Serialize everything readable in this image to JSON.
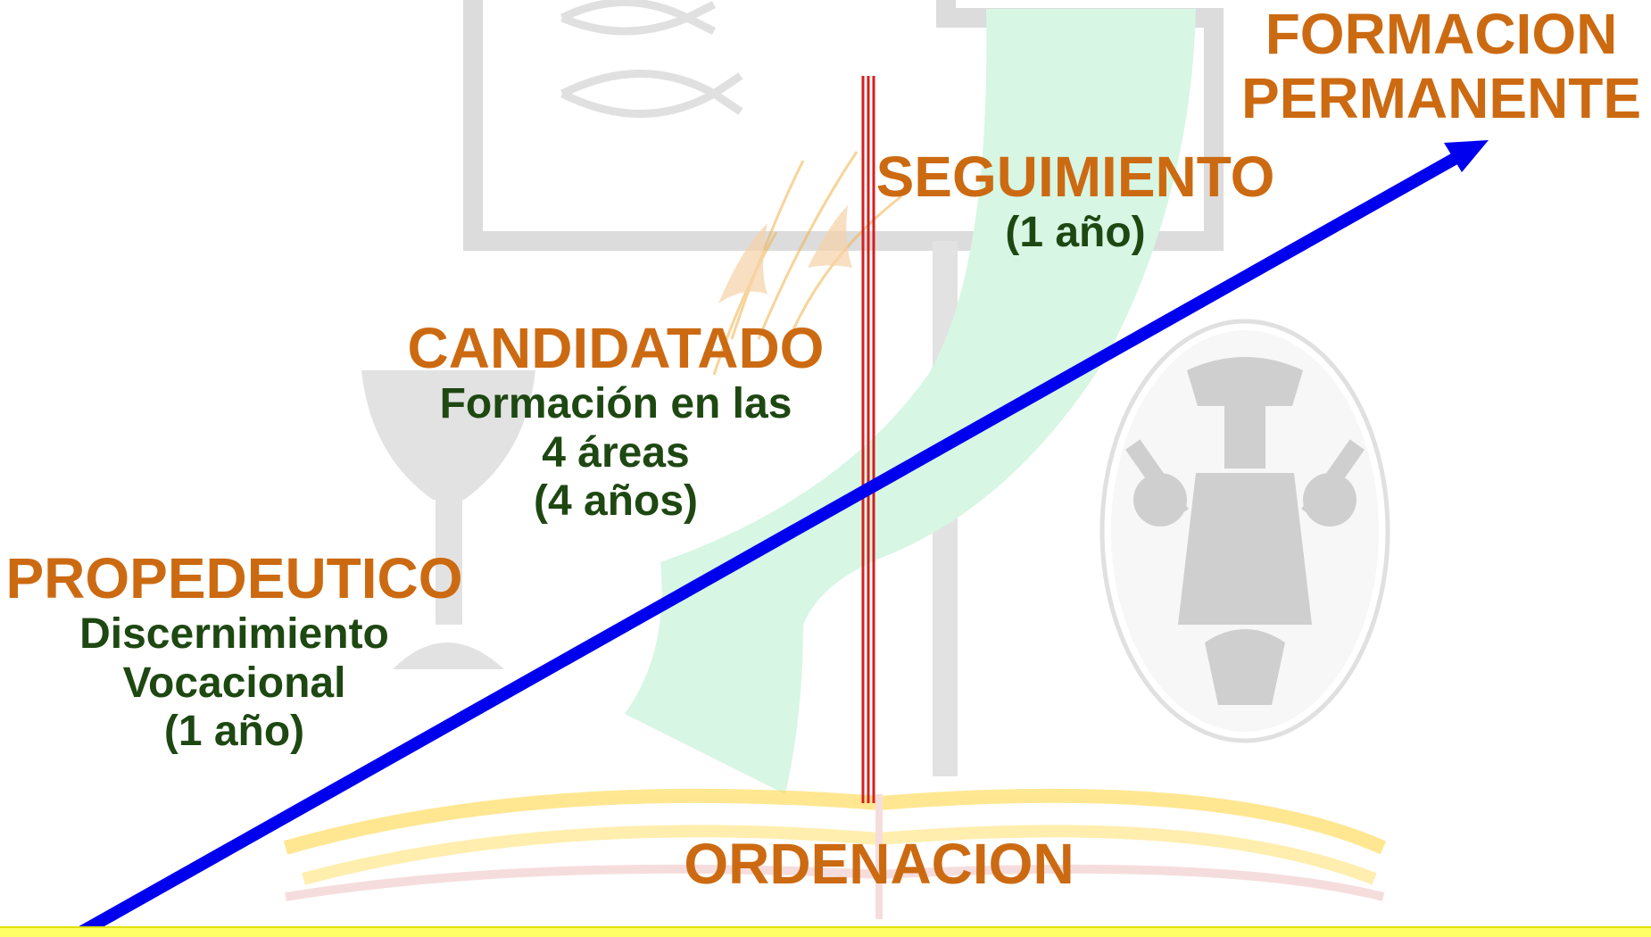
{
  "stages": {
    "propedeutico": {
      "title": "PROPEDEUTICO",
      "line1": "Discernimiento",
      "line2": "Vocacional",
      "line3": "(1 año)"
    },
    "candidatado": {
      "title": "CANDIDATADO",
      "line1": "Formación en las",
      "line2": "4 áreas",
      "line3": "(4 años)"
    },
    "seguimiento": {
      "title": "SEGUIMIENTO",
      "line1": "(1 año)"
    },
    "formacion": {
      "line1": "FORMACION",
      "line2": "PERMANENTE"
    },
    "ordenacion": {
      "title": "ORDENACION"
    }
  },
  "colors": {
    "title": "#cc6a12",
    "subtitle": "#1e4812",
    "arrow": "#0000ee",
    "divider": "#d62020",
    "watermark_gray": "#d4d4d4",
    "watermark_green": "#cdf3dc",
    "bottom_band": "#ffff66"
  }
}
